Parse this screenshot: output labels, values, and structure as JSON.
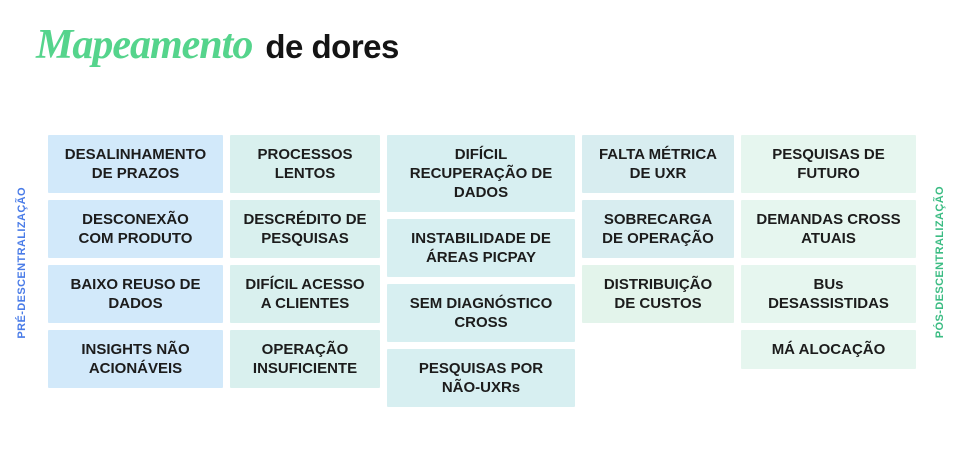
{
  "title": {
    "script_word": "Mapeamento",
    "plain_word": "de dores"
  },
  "side_labels": {
    "left": {
      "text": "PRÉ-DESCENTRALIZAÇÃO",
      "color": "#4a7ce8"
    },
    "right": {
      "text": "PÓS-DESCENTRALIZAÇÃO",
      "color": "#3bbc83"
    }
  },
  "colors": {
    "background": "#ffffff",
    "title_script": "#55d48c",
    "title_plain": "#141414",
    "card_text": "#1c1c1c",
    "card_blue": "#d2e9fa",
    "card_teal": "#d9f0ee",
    "card_cyan": "#d7eff1",
    "card_green": "#e6f6ef"
  },
  "columns": [
    {
      "name": "column-1",
      "cards": [
        {
          "text": "DESALINHAMENTO\nDE PRAZOS",
          "bg": "#d2e9fa"
        },
        {
          "text": "DESCONEXÃO\nCOM PRODUTO",
          "bg": "#d2e9fa"
        },
        {
          "text": "BAIXO REUSO DE\nDADOS",
          "bg": "#d2e9fa"
        },
        {
          "text": "INSIGHTS NÃO\nACIONÁVEIS",
          "bg": "#d2e9fa"
        }
      ]
    },
    {
      "name": "column-2",
      "cards": [
        {
          "text": "PROCESSOS\nLENTOS",
          "bg": "#d9f0ee"
        },
        {
          "text": "DESCRÉDITO DE\nPESQUISAS",
          "bg": "#d9f0ee"
        },
        {
          "text": "DIFÍCIL ACESSO\nA CLIENTES",
          "bg": "#d9f0ee"
        },
        {
          "text": "OPERAÇÃO\nINSUFICIENTE",
          "bg": "#d9f0ee"
        }
      ]
    },
    {
      "name": "column-3",
      "cards": [
        {
          "text": "DIFÍCIL\nRECUPERAÇÃO DE\nDADOS",
          "bg": "#d7eff1"
        },
        {
          "text": "INSTABILIDADE DE\nÁREAS PICPAY",
          "bg": "#d7eff1"
        },
        {
          "text": "SEM DIAGNÓSTICO\nCROSS",
          "bg": "#d7eff1"
        },
        {
          "text": "PESQUISAS POR\nNÃO-UXRs",
          "bg": "#d7eff1"
        }
      ]
    },
    {
      "name": "column-4",
      "cards": [
        {
          "text": "FALTA MÉTRICA\nDE UXR",
          "bg": "#d8edf0"
        },
        {
          "text": "SOBRECARGA\nDE OPERAÇÃO",
          "bg": "#d8edf0"
        },
        {
          "text": "DISTRIBUIÇÃO\nDE CUSTOS",
          "bg": "#e3f4eb"
        }
      ]
    },
    {
      "name": "column-5",
      "cards": [
        {
          "text": "PESQUISAS DE\nFUTURO",
          "bg": "#e6f6ef"
        },
        {
          "text": "DEMANDAS CROSS\nATUAIS",
          "bg": "#e6f6ef"
        },
        {
          "text": "BUs\nDESASSISTIDAS",
          "bg": "#e6f6ef"
        },
        {
          "text": "MÁ ALOCAÇÃO",
          "bg": "#e6f6ef"
        }
      ]
    }
  ]
}
